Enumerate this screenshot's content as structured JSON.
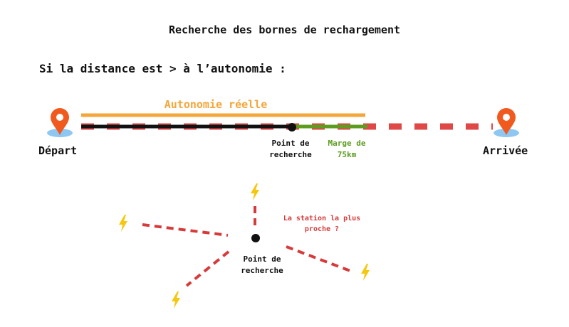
{
  "title": "Recherche des bornes de rechargement",
  "subtitle": "Si la distance est > à l’autonomie :",
  "route": {
    "autonomy_label": "Autonomie réelle",
    "start_label": "Départ",
    "end_label": "Arrivée",
    "search_point_label": "Point de recherche",
    "margin_label": "Marge de 75km"
  },
  "search": {
    "question": "La station la plus proche ?",
    "search_point_label": "Point de recherche"
  },
  "colors": {
    "route_dash": "#e04848",
    "autonomy": "#f4a63a",
    "margin": "#5d9c1f",
    "driven": "#111111",
    "pin": "#f05a1e",
    "pin_shadow": "#8ec8f2",
    "bolt": "#f6c70f",
    "question": "#d63a3a"
  },
  "icons": [
    "map-pin-icon",
    "lightning-bolt-icon"
  ]
}
